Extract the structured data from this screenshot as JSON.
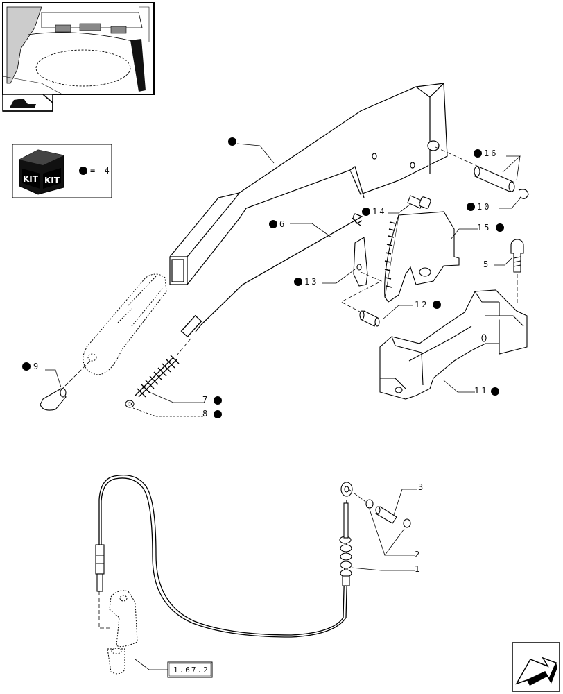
{
  "kit_legend": {
    "equals": "= 4",
    "kit_text": "KIT"
  },
  "callouts": {
    "c16": "16",
    "c10": "10",
    "c14": "14",
    "c15": "15",
    "c6": "6",
    "c13": "13",
    "c5": "5",
    "c12": "12",
    "c9": "9",
    "c7": "7",
    "c8": "8",
    "c11": "11",
    "c3": "3",
    "c2": "2",
    "c1": "1"
  },
  "reference_box": "1.67.2",
  "colors": {
    "ink": "#000000",
    "background": "#ffffff"
  },
  "icons": [
    "thumbnail-view",
    "tractor-corner-icon",
    "kit-box-icon",
    "next-page-arrow-icon"
  ]
}
